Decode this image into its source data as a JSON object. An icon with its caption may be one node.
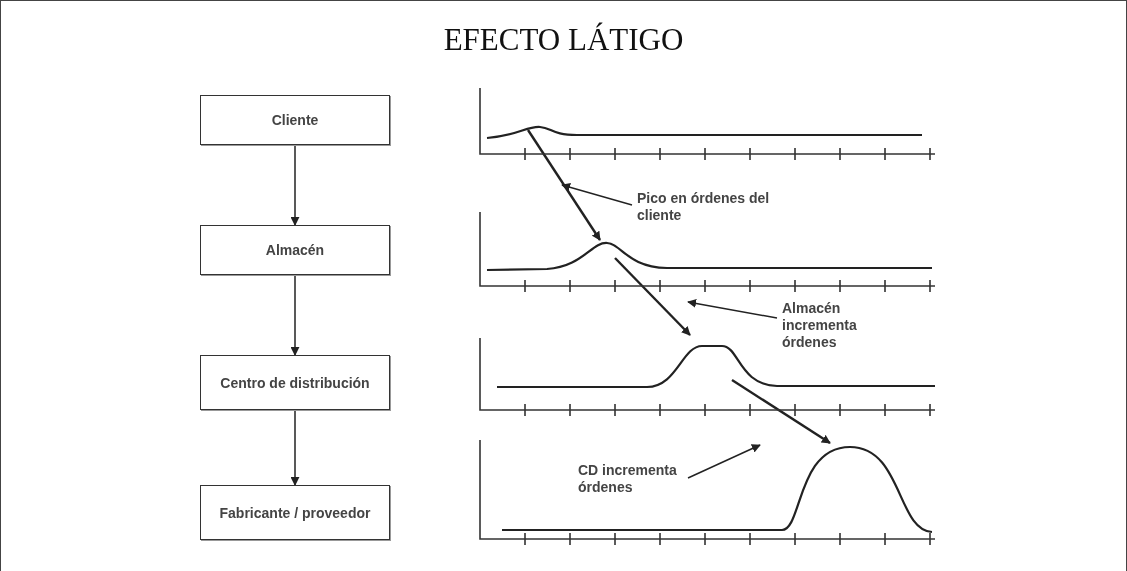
{
  "diagram": {
    "title": "EFECTO LÁTIGO",
    "nodes": [
      {
        "text": [
          "Cliente"
        ]
      },
      {
        "text": [
          "Almacén"
        ]
      },
      {
        "text": [
          "Centro de distribución"
        ]
      },
      {
        "text": [
          "Fabricante / proveedor"
        ]
      },
      {
        "text": [],
        "shape": "chart"
      },
      {
        "text": [],
        "shape": "chart"
      },
      {
        "text": [],
        "shape": "chart"
      },
      {
        "text": [],
        "shape": "chart"
      },
      {
        "text": [
          "Pico en órdenes del cliente"
        ]
      },
      {
        "text": [
          "Almacén incrementa órdenes"
        ]
      },
      {
        "text": [
          "CD incrementa órdenes"
        ],
        "in": 7
      }
    ],
    "edges": [
      {
        "from": 0,
        "to": 1,
        "arrow": "to"
      },
      {
        "from": 1,
        "to": 2,
        "arrow": "to"
      },
      {
        "from": 2,
        "to": 3,
        "arrow": "to"
      },
      {
        "from": 4,
        "to": 5,
        "arrow": "to"
      },
      {
        "from": 5,
        "to": 6,
        "arrow": "to"
      },
      {
        "from": 6,
        "to": 7,
        "arrow": "to"
      },
      {
        "from": 8,
        "to": 4,
        "arrow": "to"
      },
      {
        "from": 9,
        "to": 5,
        "arrow": "to"
      },
      {
        "from": 10,
        "to": 7,
        "arrow": "to"
      }
    ]
  }
}
